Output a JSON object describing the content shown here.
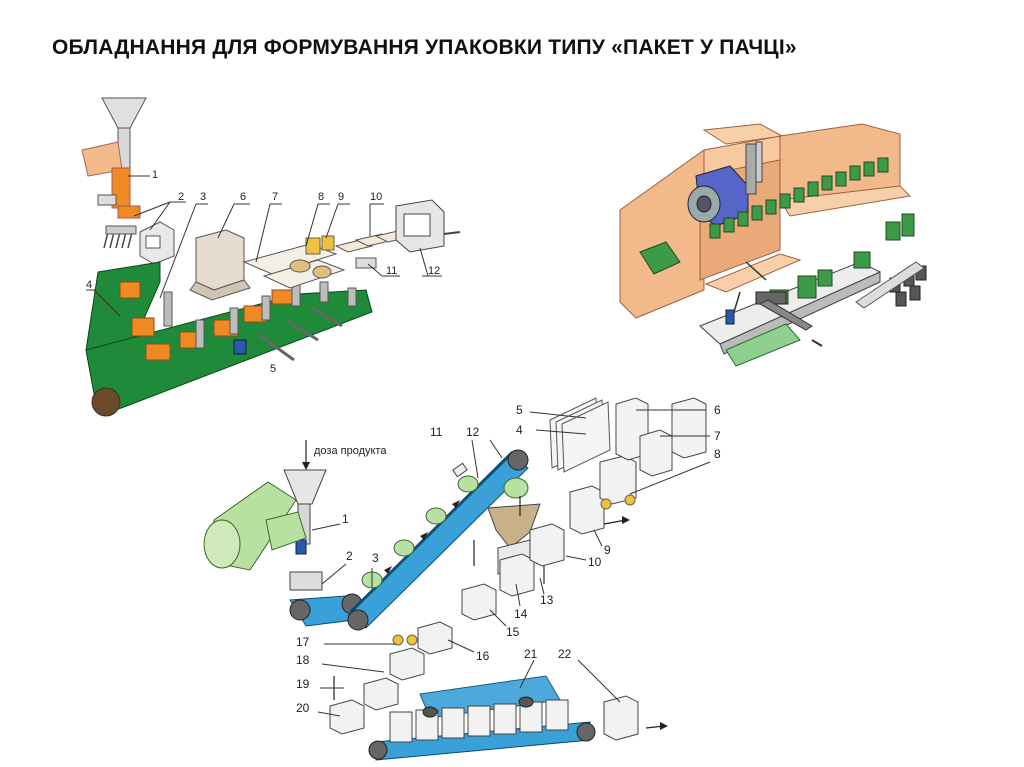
{
  "slide": {
    "title": "ОБЛАДНАННЯ ДЛЯ ФОРМУВАННЯ УПАКОВКИ ТИПУ «ПАКЕТ У ПАЧЦІ»"
  },
  "diagram_top_left": {
    "labels": [
      "1",
      "2",
      "3",
      "4",
      "5",
      "6",
      "7",
      "8",
      "9",
      "10",
      "11",
      "12"
    ]
  },
  "diagram_bottom": {
    "dose_label": "доза продукта",
    "labels": [
      "1",
      "2",
      "3",
      "4",
      "5",
      "6",
      "7",
      "8",
      "9",
      "10",
      "11",
      "12",
      "13",
      "14",
      "15",
      "16",
      "17",
      "18",
      "19",
      "20",
      "21",
      "22"
    ]
  },
  "colors": {
    "green_belt": "#1e8a3a",
    "orange_product": "#f08a24",
    "machine_body": "#f2b98a",
    "blue_belt": "#3aa0d8",
    "light_green_roll": "#b8e0a0"
  }
}
